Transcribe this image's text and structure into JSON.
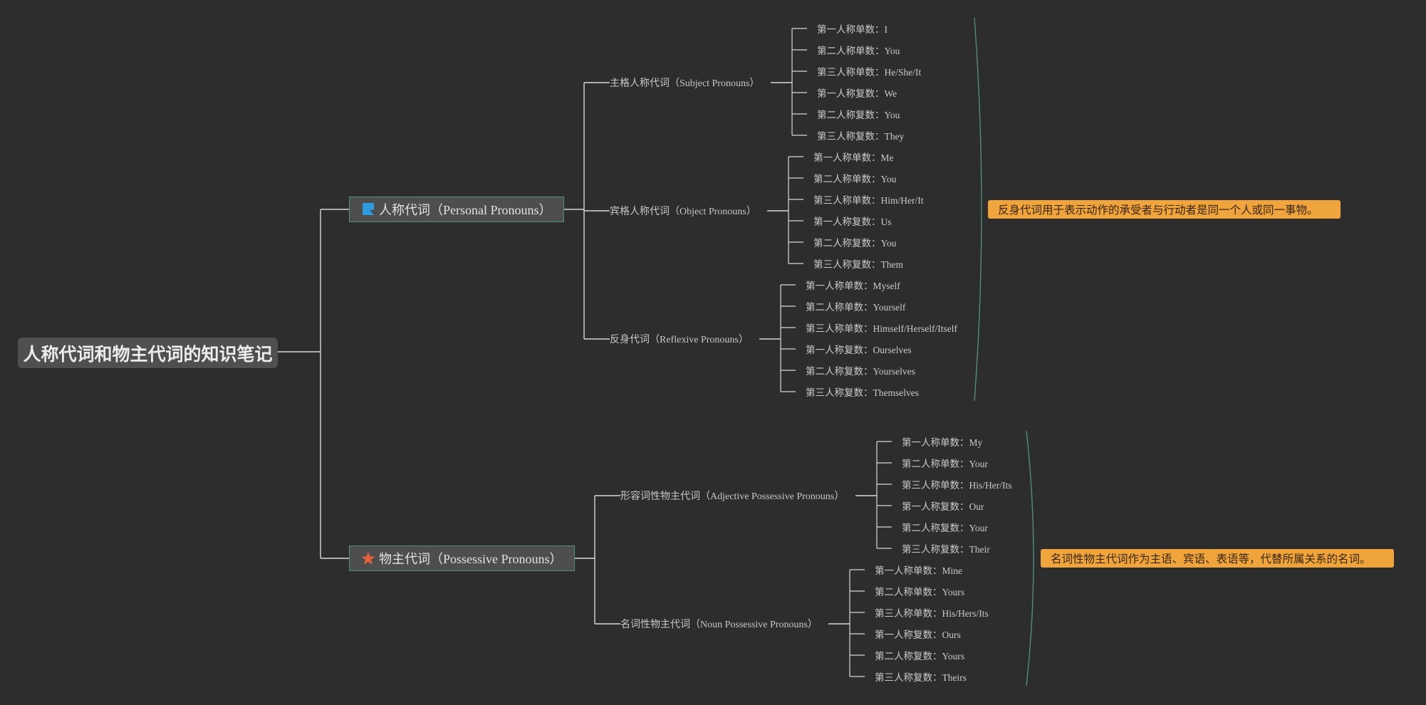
{
  "root": {
    "title": "人称代词和物主代词的知识笔记"
  },
  "personal": {
    "label": "人称代词（Personal Pronouns）",
    "icon": "flag-icon",
    "icon_color": "#2d9be0",
    "subject": {
      "label": "主格人称代词（Subject Pronouns）",
      "items": [
        "第一人称单数：I",
        "第二人称单数：You",
        "第三人称单数：He/She/It",
        "第一人称复数：We",
        "第二人称复数：You",
        "第三人称复数：They"
      ]
    },
    "object": {
      "label": "宾格人称代词（Object Pronouns）",
      "items": [
        "第一人称单数：Me",
        "第二人称单数：You",
        "第三人称单数：Him/Her/It",
        "第一人称复数：Us",
        "第二人称复数：You",
        "第三人称复数：Them"
      ]
    },
    "reflexive": {
      "label": "反身代词（Reflexive Pronouns）",
      "items": [
        "第一人称单数：Myself",
        "第二人称单数：Yourself",
        "第三人称单数：Himself/Herself/Itself",
        "第一人称复数：Ourselves",
        "第二人称复数：Yourselves",
        "第三人称复数：Themselves"
      ]
    },
    "callout": "反身代词用于表示动作的承受者与行动者是同一个人或同一事物。"
  },
  "possessive": {
    "label": "物主代词（Possessive Pronouns）",
    "icon": "star-icon",
    "icon_color": "#e2603a",
    "adjective": {
      "label": "形容词性物主代词（Adjective Possessive Pronouns）",
      "items": [
        "第一人称单数：My",
        "第二人称单数：Your",
        "第三人称单数：His/Her/Its",
        "第一人称复数：Our",
        "第二人称复数：Your",
        "第三人称复数：Their"
      ]
    },
    "noun": {
      "label": "名词性物主代词（Noun Possessive Pronouns）",
      "items": [
        "第一人称单数：Mine",
        "第二人称单数：Yours",
        "第三人称单数：His/Hers/Its",
        "第一人称复数：Ours",
        "第二人称复数：Yours",
        "第三人称复数：Theirs"
      ]
    },
    "callout": "名词性物主代词作为主语、宾语、表语等，代替所属关系的名词。"
  },
  "colors": {
    "background": "#2d2d2d",
    "line": "#d8d8d8",
    "bracket": "#4f8f7c",
    "callout": "#efa43c"
  }
}
